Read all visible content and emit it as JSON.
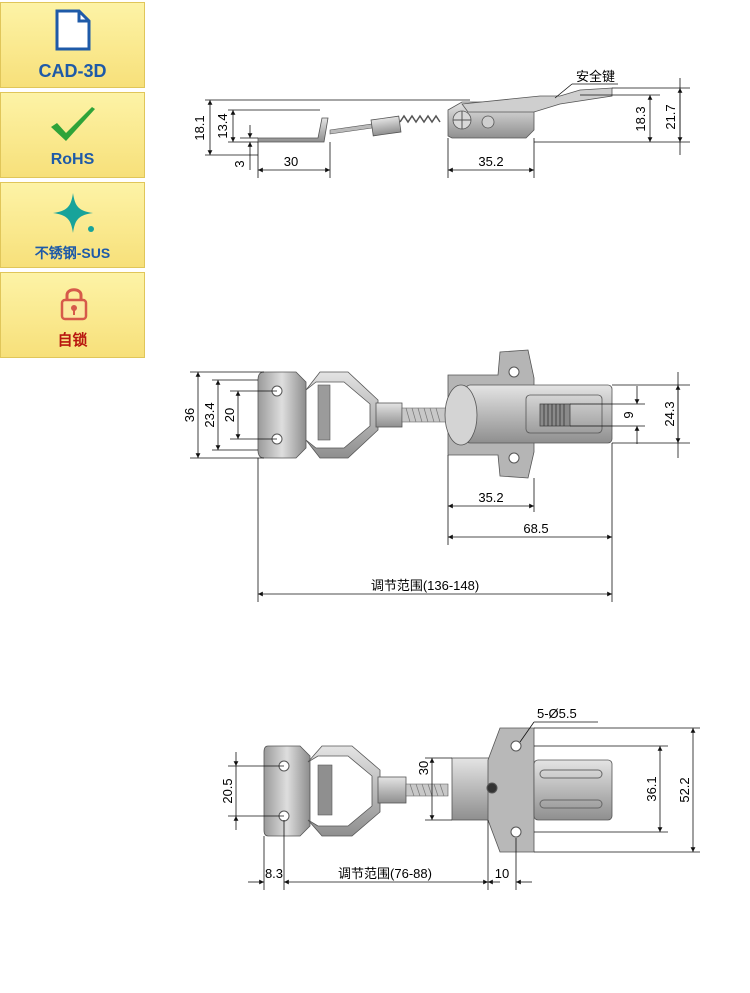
{
  "badges": [
    {
      "label": "CAD-3D",
      "icon": "document-icon",
      "color": "#1e5aa8"
    },
    {
      "label": "RoHS",
      "icon": "checkmark-icon",
      "color": "#1e5aa8"
    },
    {
      "label": "不锈钢-SUS",
      "icon": "sparkle-icon",
      "color": "#1e5aa8"
    },
    {
      "label": "自锁",
      "icon": "padlock-icon",
      "color": "#b8160f"
    }
  ],
  "side_view": {
    "callout": "安全键",
    "dims": {
      "h_total": "18.1",
      "h_hook": "13.4",
      "plate": "3",
      "hook_len": "30",
      "base_len": "35.2",
      "h_body": "18.3",
      "h_lever": "21.7"
    }
  },
  "top_view": {
    "dims": {
      "h_overall": "36",
      "h_mid": "23.4",
      "h_hole": "20",
      "slot": "9",
      "h_right": "24.3",
      "base_len": "35.2",
      "body_len": "68.5",
      "range": "调节范围(136-148)"
    }
  },
  "bottom_view": {
    "dims": {
      "holes": "5-Ø5.5",
      "h_hole": "20.5",
      "h_30": "30",
      "h_36": "36.1",
      "h_52": "52.2",
      "offset": "8.3",
      "range": "调节范围(76-88)",
      "ten": "10"
    }
  }
}
